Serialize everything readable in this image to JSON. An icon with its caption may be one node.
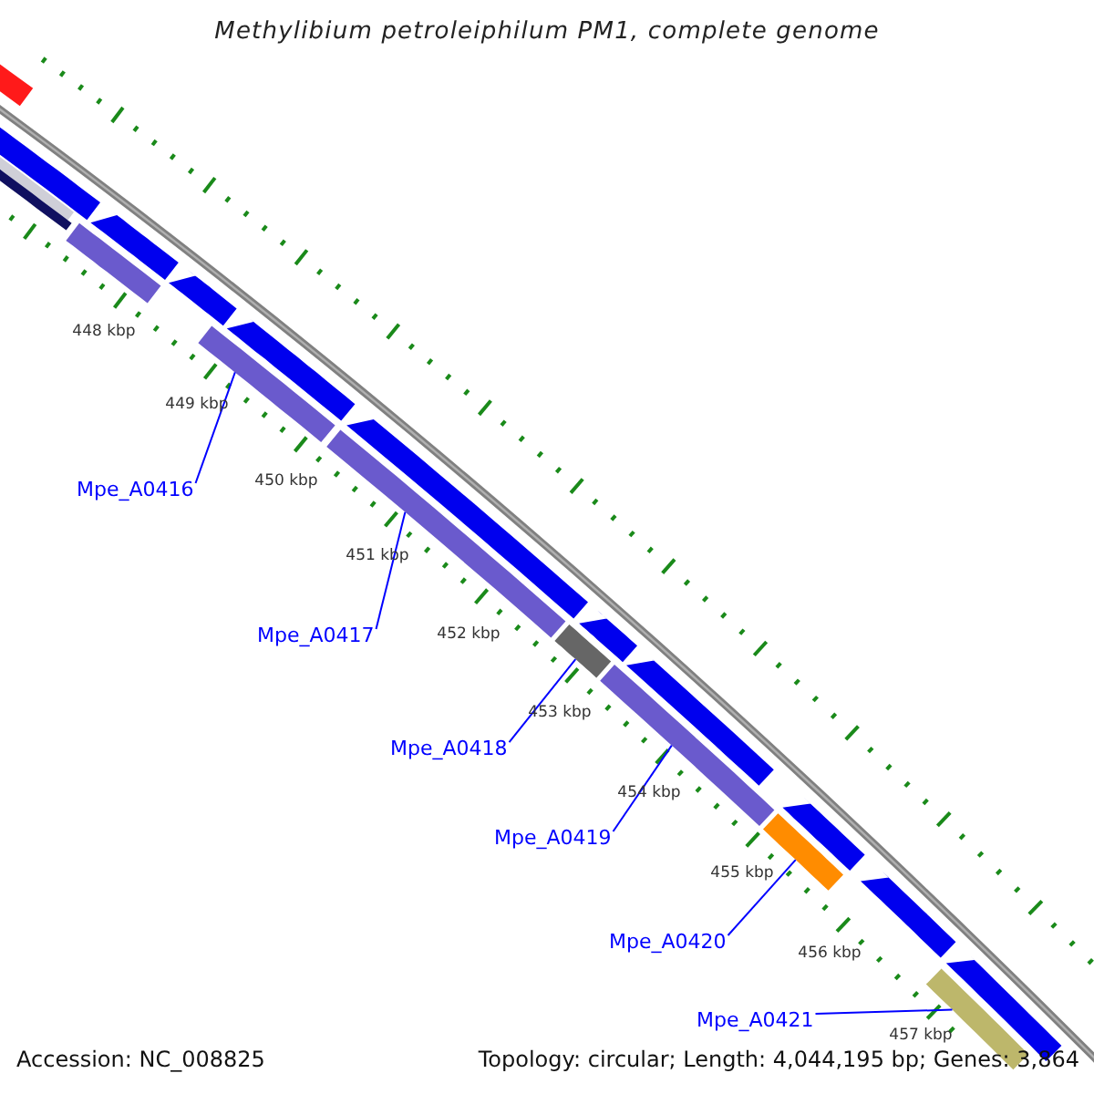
{
  "diagram": {
    "title": "Methylibium petroleiphilum PM1, complete genome",
    "nodes": [
      {
        "text": [
          "Mpe_A0416"
        ]
      },
      {
        "text": [],
        "shape": "bar"
      },
      {
        "text": [
          "Mpe_A0417"
        ]
      },
      {
        "text": [],
        "shape": "bar"
      },
      {
        "text": [
          "Mpe_A0418"
        ]
      },
      {
        "text": [],
        "shape": "bar"
      },
      {
        "text": [
          "Mpe_A0419"
        ]
      },
      {
        "text": [],
        "shape": "bar"
      },
      {
        "text": [
          "Mpe_A0420"
        ]
      },
      {
        "text": [],
        "shape": "bar"
      },
      {
        "text": [
          "Mpe_A0421"
        ]
      },
      {
        "text": [],
        "shape": "bar"
      },
      {
        "text": [],
        "shape": "bar"
      },
      {
        "text": [],
        "shape": "bar"
      },
      {
        "text": [],
        "shape": "bar"
      },
      {
        "text": [],
        "shape": "bar"
      },
      {
        "text": [],
        "shape": "bar"
      },
      {
        "text": [],
        "shape": "bar"
      },
      {
        "text": [],
        "shape": "bar"
      },
      {
        "text": [],
        "shape": "bar"
      },
      {
        "text": [],
        "shape": "bar"
      },
      {
        "text": [],
        "shape": "bar"
      },
      {
        "text": [],
        "shape": "bar"
      },
      {
        "text": [],
        "shape": "bar"
      },
      {
        "text": [],
        "shape": "bar"
      }
    ],
    "edges": [
      {
        "from": 0,
        "to": 1,
        "arrow": "none"
      },
      {
        "from": 2,
        "to": 3,
        "arrow": "none"
      },
      {
        "from": 4,
        "to": 5,
        "arrow": "none"
      },
      {
        "from": 6,
        "to": 7,
        "arrow": "none"
      },
      {
        "from": 8,
        "to": 9,
        "arrow": "none"
      },
      {
        "from": 10,
        "to": 11,
        "arrow": "none"
      }
    ],
    "labels": [
      "448 kbp",
      "449 kbp",
      "450 kbp",
      "451 kbp",
      "452 kbp",
      "453 kbp",
      "454 kbp",
      "455 kbp",
      "456 kbp",
      "457 kbp",
      "Accession: NC_008825",
      "Topology: circular; Length: 4,044,195 bp; Genes: 3,864"
    ]
  }
}
